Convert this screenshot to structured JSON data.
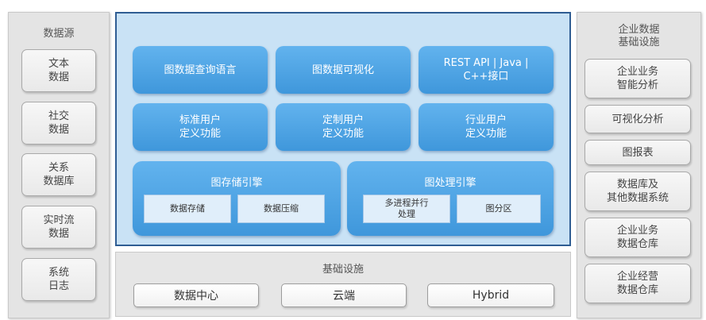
{
  "left_panel": {
    "title": "数据源",
    "items": [
      "文本\n数据",
      "社交\n数据",
      "关系\n数据库",
      "实时流\n数据",
      "系统\n日志"
    ]
  },
  "core": {
    "row1": [
      "图数据查询语言",
      "图数据可视化",
      "REST API | Java |\nC++接口"
    ],
    "row2": [
      "标准用户\n定义功能",
      "定制用户\n定义功能",
      "行业用户\n定义功能"
    ],
    "storage_engine": {
      "title": "图存储引擎",
      "items": [
        "数据存储",
        "数据压缩"
      ]
    },
    "processing_engine": {
      "title": "图处理引擎",
      "items": [
        "多进程并行\n处理",
        "图分区"
      ]
    }
  },
  "infrastructure": {
    "title": "基础设施",
    "items": [
      "数据中心",
      "云端",
      "Hybrid"
    ]
  },
  "right_panel": {
    "title": "企业数据\n基础设施",
    "items": [
      "企业业务\n智能分析",
      "可视化分析",
      "图报表",
      "数据库及\n其他数据系统",
      "企业业务\n数据仓库",
      "企业经营\n数据仓库"
    ]
  }
}
